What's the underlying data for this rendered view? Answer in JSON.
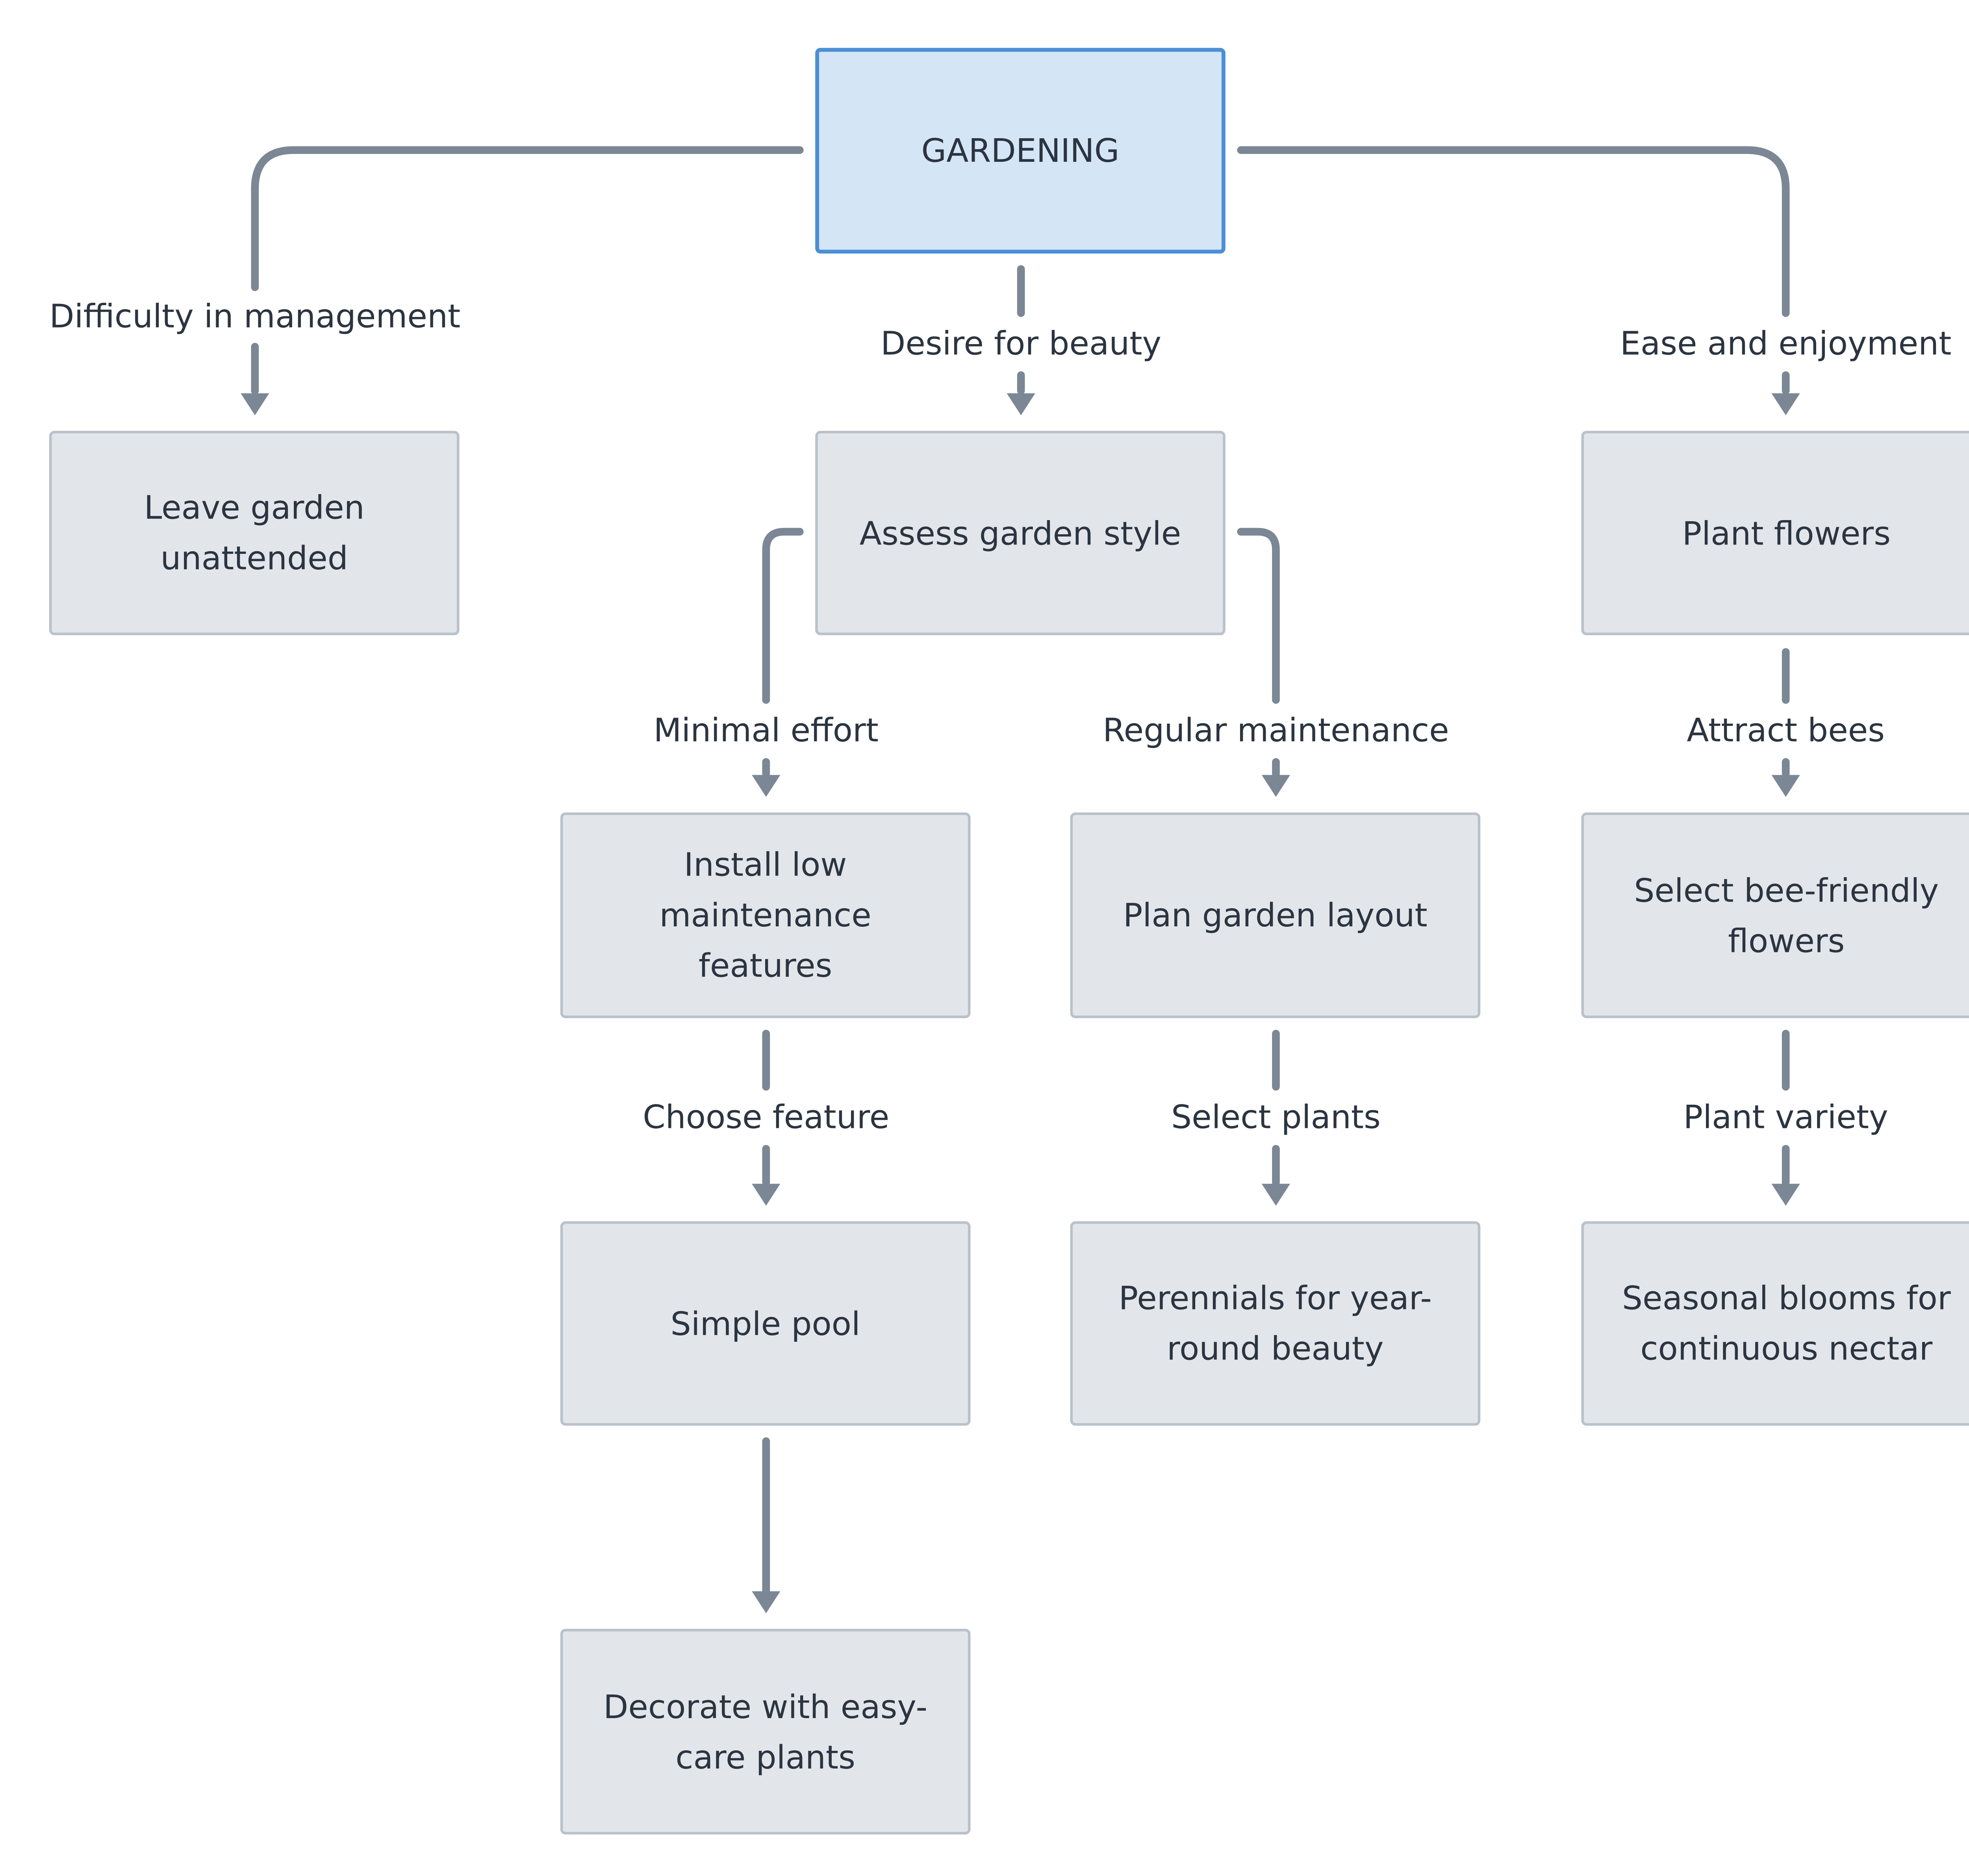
{
  "diagram": {
    "colors": {
      "root_fill": "#d4e5f6",
      "root_border": "#4b8fd6",
      "node_fill": "#e2e6eb",
      "node_border": "#b9c1ca",
      "edge": "#7b8794",
      "text": "#2b3440"
    },
    "nodes": {
      "gardening": "GARDENING",
      "leave_garden": "Leave garden unattended",
      "assess_style": "Assess garden style",
      "plant_flowers": "Plant flowers",
      "install_low_maintenance": "Install low maintenance features",
      "plan_layout": "Plan garden layout",
      "select_bee_flowers": "Select bee-friendly flowers",
      "simple_pool": "Simple pool",
      "perennials": "Perennials for year-round beauty",
      "seasonal_blooms": "Seasonal blooms for continuous nectar",
      "decorate": "Decorate with easy-care plants"
    },
    "edges": {
      "difficulty": "Difficulty in management",
      "desire_beauty": "Desire for beauty",
      "ease_enjoyment": "Ease and enjoyment",
      "minimal_effort": "Minimal effort",
      "regular_maintenance": "Regular maintenance",
      "attract_bees": "Attract bees",
      "choose_feature": "Choose feature",
      "select_plants": "Select plants",
      "plant_variety": "Plant variety"
    }
  }
}
